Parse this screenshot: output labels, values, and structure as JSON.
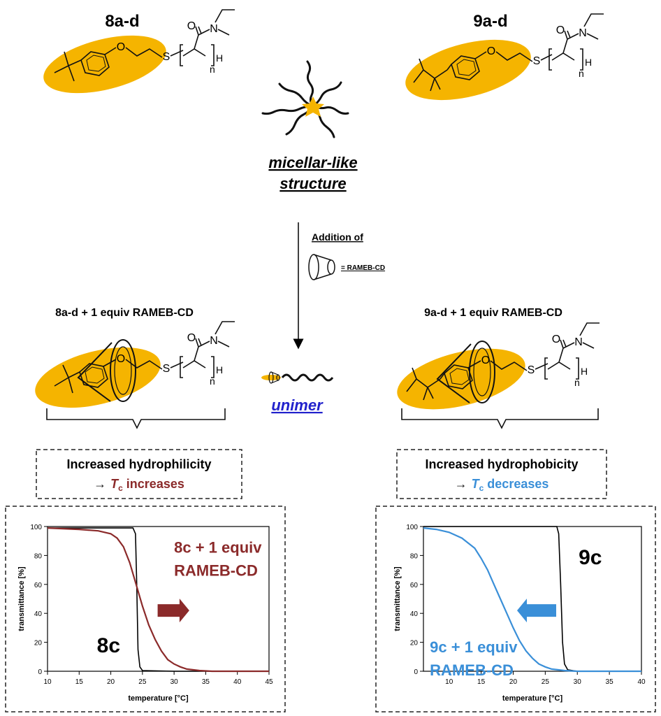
{
  "labels": {
    "compound_8": "8a-d",
    "compound_9": "9a-d",
    "micelle_line1": "micellar-like",
    "micelle_line2": "structure",
    "addition_of": "Addition of",
    "rameb_legend": "= RAMEB-CD",
    "complex_8": "8a-d + 1 equiv RAMEB-CD",
    "complex_9": "9a-d + 1 equiv RAMEB-CD",
    "unimer": "unimer",
    "atom_O": "O",
    "atom_N": "N",
    "atom_S": "S",
    "atom_H": "H",
    "atom_n": "n"
  },
  "boxes": {
    "left_line1": "Increased hydrophilicity",
    "left_arrow": "→",
    "left_T": "T",
    "left_sub": "c",
    "left_word": " increases",
    "right_line1": "Increased hydrophobicity",
    "right_arrow": "→",
    "right_T": "T",
    "right_sub": "c",
    "right_word": " decreases"
  },
  "colors": {
    "ellipse": "#f5b400",
    "left_series": "#8b2a2a",
    "right_series": "#3a8fd8",
    "black_series": "#000000",
    "unimer_link": "#2222cc"
  },
  "chart_data": [
    {
      "type": "line",
      "xlabel": "temperature [°C]",
      "ylabel": "transmittance [%]",
      "xlim": [
        10,
        45
      ],
      "ylim": [
        0,
        100
      ],
      "xticks": [
        10,
        15,
        20,
        25,
        30,
        35,
        40,
        45
      ],
      "yticks": [
        0,
        20,
        40,
        60,
        80,
        100
      ],
      "annotations": [
        "8c + 1 equiv",
        "RAMEB-CD",
        "8c"
      ],
      "series": [
        {
          "name": "8c",
          "x": [
            10,
            20,
            23.5,
            23.9,
            24.1,
            24.3,
            24.6,
            25,
            30,
            45
          ],
          "y": [
            99,
            99,
            99,
            95,
            60,
            15,
            3,
            0.5,
            0,
            0
          ]
        },
        {
          "name": "8c + 1 equiv RAMEB-CD",
          "x": [
            10,
            15,
            18,
            20,
            21,
            22,
            23,
            24,
            25,
            26,
            27,
            28,
            29,
            30,
            31,
            32,
            34,
            36,
            45
          ],
          "y": [
            99,
            98,
            97,
            95,
            92,
            86,
            75,
            60,
            45,
            32,
            22,
            14,
            8,
            5,
            3,
            1.5,
            0.5,
            0,
            0
          ]
        }
      ]
    },
    {
      "type": "line",
      "xlabel": "temperature [°C]",
      "ylabel": "transmittance [%]",
      "xlim": [
        6,
        40
      ],
      "ylim": [
        0,
        100
      ],
      "xticks": [
        10,
        15,
        20,
        25,
        30,
        35,
        40
      ],
      "yticks": [
        0,
        20,
        40,
        60,
        80,
        100
      ],
      "annotations": [
        "9c",
        "9c + 1 equiv",
        "RAMEB-CD"
      ],
      "series": [
        {
          "name": "9c",
          "x": [
            6,
            20,
            26.8,
            27.1,
            27.4,
            27.7,
            28,
            28.5,
            30,
            40
          ],
          "y": [
            100,
            100,
            100,
            95,
            60,
            20,
            5,
            1,
            0,
            0
          ]
        },
        {
          "name": "9c + 1 equiv RAMEB-CD",
          "x": [
            6,
            8,
            10,
            12,
            14,
            15,
            16,
            17,
            18,
            19,
            20,
            21,
            22,
            23,
            24,
            25,
            26,
            28,
            30,
            40
          ],
          "y": [
            99,
            98,
            96,
            92,
            85,
            78,
            70,
            60,
            50,
            40,
            30,
            21,
            14,
            9,
            5,
            3,
            1.5,
            0.5,
            0,
            0
          ]
        }
      ]
    }
  ]
}
